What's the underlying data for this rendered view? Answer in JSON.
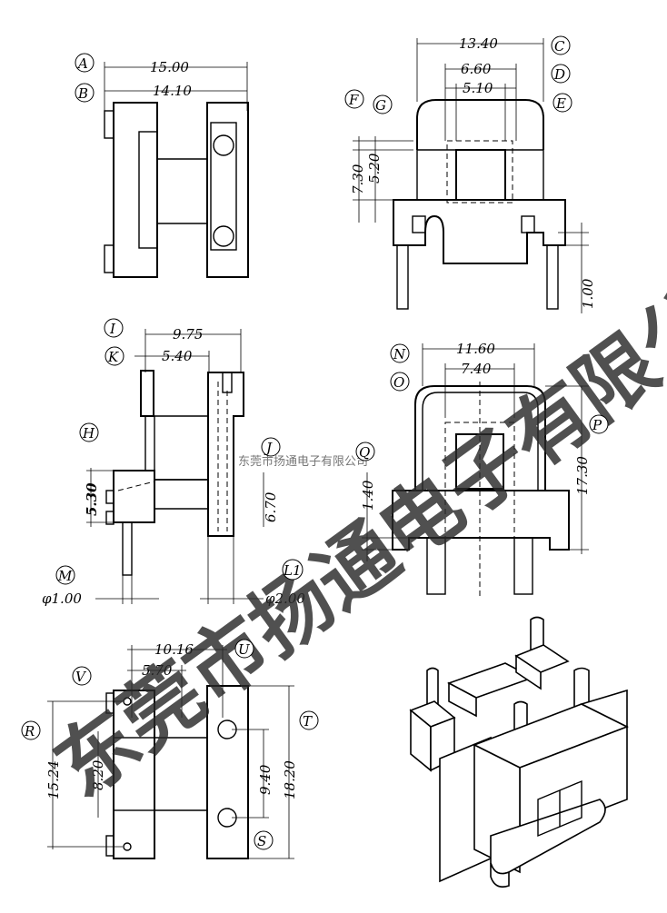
{
  "dims": {
    "d_15_00": "15.00",
    "d_14_10": "14.10",
    "d_13_40": "13.40",
    "d_6_60": "6.60",
    "d_5_10": "5.10",
    "d_7_30": "7.30",
    "d_5_20": "5.20",
    "d_1_00": "1.00",
    "d_9_75": "9.75",
    "d_5_40": "5.40",
    "d_5_30": "5.30",
    "d_6_70": "6.70",
    "d_phi1": "φ1.00",
    "d_phi2": "φ2.00",
    "d_11_60": "11.60",
    "d_7_40": "7.40",
    "d_17_30": "17.30",
    "d_1_40": "1.40",
    "d_10_16": "10.16",
    "d_5_70": "5.70",
    "d_15_24": "15.24",
    "d_8_20": "8.20",
    "d_9_40": "9.40",
    "d_18_20": "18.20"
  },
  "labels": {
    "A": "A",
    "B": "B",
    "C": "C",
    "D": "D",
    "E": "E",
    "F": "F",
    "G": "G",
    "H": "H",
    "I": "I",
    "J": "J",
    "K": "K",
    "L": "L1",
    "M": "M",
    "N": "N",
    "O": "O",
    "P": "P",
    "Q": "Q",
    "R": "R",
    "S": "S",
    "T": "T",
    "U": "U",
    "V": "V"
  },
  "watermark": {
    "main": "东莞市扬通电子有限公司",
    "small": "东莞市扬通电子有限公司"
  }
}
